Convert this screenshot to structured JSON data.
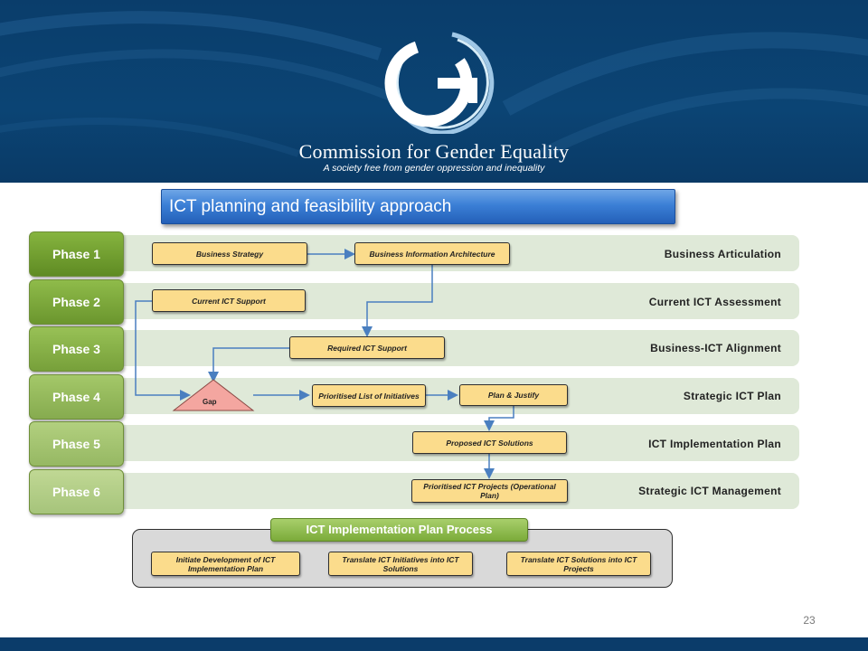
{
  "header": {
    "org_name": "Commission for Gender Equality",
    "tagline": "A society free from gender oppression and inequality"
  },
  "slide": {
    "title": "ICT planning and feasibility approach",
    "page_number": "23"
  },
  "phases": [
    {
      "label": "Phase 1",
      "lane": "Business Articulation",
      "color": "#6e9a2c"
    },
    {
      "label": "Phase 2",
      "lane": "Current ICT Assessment",
      "color": "#78a536"
    },
    {
      "label": "Phase 3",
      "lane": "Business-ICT Alignment",
      "color": "#84ae45"
    },
    {
      "label": "Phase 4",
      "lane": "Strategic ICT Plan",
      "color": "#92b857"
    },
    {
      "label": "Phase 5",
      "lane": "ICT Implementation Plan",
      "color": "#a3c46f"
    },
    {
      "label": "Phase 6",
      "lane": "Strategic ICT Management",
      "color": "#b2cd86"
    }
  ],
  "boxes": {
    "business_strategy": "Business Strategy",
    "business_info_arch": "Business Information Architecture",
    "current_ict_support": "Current ICT Support",
    "required_ict_support": "Required ICT Support",
    "gap": "Gap",
    "prioritised_list": "Prioritised List of Initiatives",
    "plan_justify": "Plan & Justify",
    "proposed_solutions": "Proposed ICT Solutions",
    "prioritised_projects": "Prioritised ICT Projects (Operational Plan)"
  },
  "process": {
    "title": "ICT Implementation Plan Process",
    "steps": [
      "Initiate Development of ICT Implementation Plan",
      "Translate ICT Initiatives into ICT Solutions",
      "Translate ICT Solutions into ICT Projects"
    ]
  },
  "colors": {
    "header_bg": "#0b4474",
    "title_blue": "#3b7fd6",
    "box_fill": "#fbdc8c",
    "lane_fill": "#dfe9d8",
    "arrow": "#4a7fc0",
    "gap_fill": "#f4a6a0"
  }
}
